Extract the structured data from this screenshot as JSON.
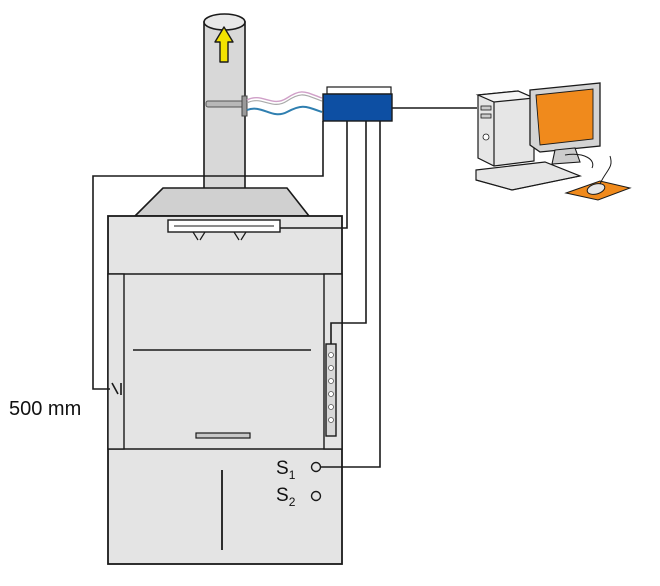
{
  "labels": {
    "measurement_height": "500 mm",
    "sensor_1": {
      "letter": "S",
      "index": "1"
    },
    "sensor_2": {
      "letter": "S",
      "index": "2"
    }
  },
  "icons": {
    "airflow": "arrow-up-icon",
    "computer": "desktop-computer-icon",
    "interface": "data-logger-box"
  },
  "colors": {
    "cabinet_fill": "#e4e4e4",
    "duct_fill": "#d8d8d8",
    "outline": "#1a1a1a",
    "airflow_arrow": "#f2e200",
    "interface_box": "#0d4fa3",
    "monitor_screen": "#f08a1c",
    "mouse_pad": "#f08a1c",
    "cable_blue": "#2f7fb0",
    "cable_pink": "#d0a0c8"
  }
}
